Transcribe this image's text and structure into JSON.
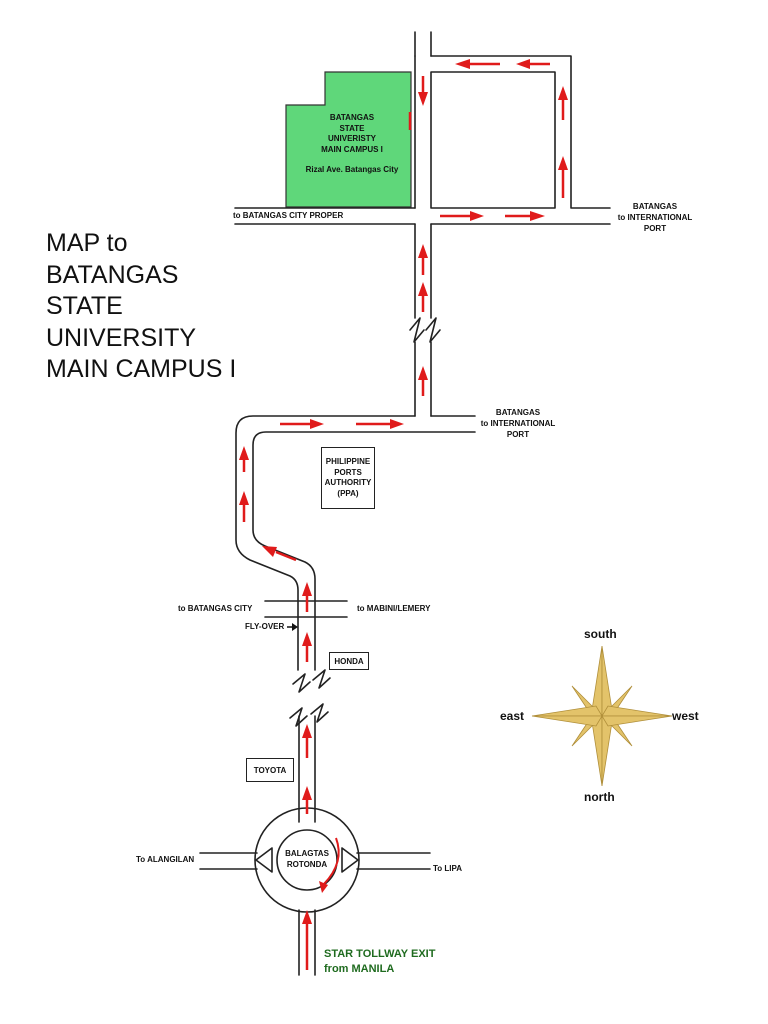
{
  "title_lines": [
    "MAP to",
    "BATANGAS",
    "STATE",
    "UNIVERSITY",
    "MAIN CAMPUS I"
  ],
  "campus": {
    "lines": [
      "BATANGAS",
      "STATE",
      "UNIVERISTY",
      "MAIN CAMPUS I"
    ],
    "address": "Rizal Ave. Batangas City",
    "color": "#5fd77a"
  },
  "labels": {
    "city_proper": "to  BATANGAS CITY PROPER",
    "port_top": [
      "BATANGAS",
      "to  INTERNATIONAL",
      "PORT"
    ],
    "port_mid": [
      "BATANGAS",
      "to  INTERNATIONAL",
      "PORT"
    ],
    "batangas_city": "to  BATANGAS CITY",
    "mabini": "to MABINI/LEMERY",
    "flyover": "FLY-OVER",
    "alangilan": "To ALANGILAN",
    "lipa": "To LIPA",
    "rotonda": [
      "BALAGTAS",
      "ROTONDA"
    ],
    "exit": [
      "STAR TOLLWAY EXIT",
      "from MANILA"
    ]
  },
  "boxes": {
    "ppa": [
      "PHILIPPINE",
      "PORTS",
      "AUTHORITY",
      "(PPA)"
    ],
    "honda": "HONDA",
    "toyota": "TOYOTA"
  },
  "compass": {
    "top": "south",
    "bottom": "north",
    "left": "east",
    "right": "west",
    "color": "#e3c36a"
  },
  "arrow_color": "#e01b1b"
}
